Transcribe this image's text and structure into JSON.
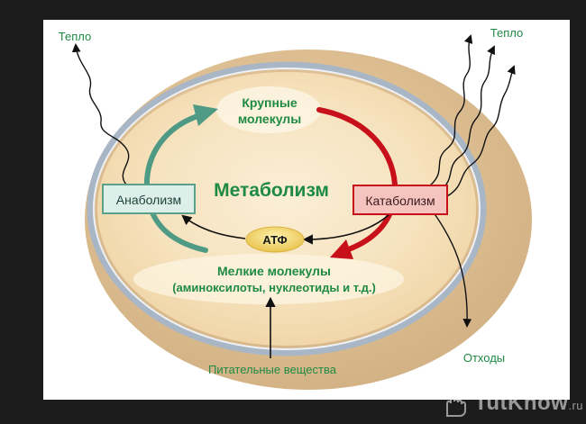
{
  "diagram": {
    "title": "Метаболизм",
    "large_molecules": [
      "Крупные",
      "молекулы"
    ],
    "anabolism": "Анаболизм",
    "catabolism": "Катаболизм",
    "atp": "АТФ",
    "small_molecules": [
      "Мелкие молекулы",
      "(аминоксилоты, нуклеотиды и т.д.)"
    ],
    "nutrients": "Питательные вещества",
    "heat_left": "Тепло",
    "heat_right": "Тепло",
    "waste": "Отходы",
    "colors": {
      "anabolism_arrow": "#4f9a84",
      "catabolism_arrow": "#c8101a",
      "label_green": "#1f8a44",
      "cell_fill": "#f2dcb2",
      "cell_outer": "#dcc096",
      "membrane": "#a9b6c6",
      "atp_fill": "#f2d470"
    }
  },
  "watermark": {
    "brand": "TutKnow",
    "suffix": ".ru"
  }
}
